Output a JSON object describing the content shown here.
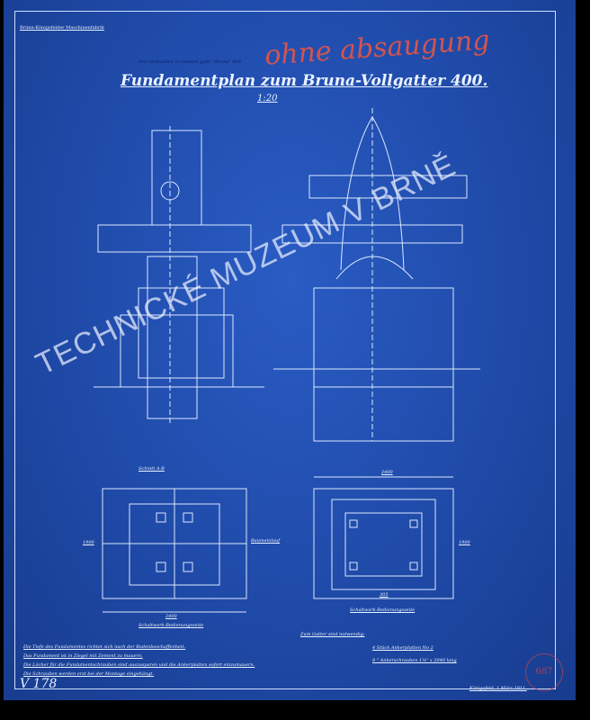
{
  "header": {
    "maker": "Brünn-Königsfelder Maschinenfabrik",
    "annotation_red": "ohne absaugung",
    "subtitle": "Nur verbunden zu nennen gebr. \"Bruna\" 400",
    "title": "Fundamentplan zum Bruna-Vollgatter 400.",
    "scale": "1:20"
  },
  "watermark": "TECHNICKÉ MUZEUM V BRNĚ",
  "notes": [
    "Die Tiefe des Fundamentes richtet sich nach der Bodenbeschaffenheit.",
    "Das Fundament ist in Ziegel mit Zement zu mauern.",
    "Die Löcher für die Fundamentschrauben sind auszusparen und die Ankerplatten sofort einzumauern.",
    "Die Schrauben werden erst bei der Montage eingehängt."
  ],
  "parts": {
    "heading": "Zum Gatter sind notwendig:",
    "items": [
      "4 Stück Ankerplatten No 2",
      "8 \" Ankerschrauben 1¼\" x 2040 lang"
    ]
  },
  "drawing_id": "V 178",
  "place_date": "Königsfeld, 1 März 1911.",
  "stamp": "687",
  "labels": {
    "section": "Schnitt A-B",
    "plan_left": "Schaltwerk-Bedienungsseite",
    "plan_right": "Schaltwerk-Bedienungsseite",
    "dim_2400": "2400",
    "dim_1900": "1900",
    "dim_2400b": "2400",
    "dim_1900b": "1900",
    "dim_305": "305",
    "baumauslauf": "Baumeinlauf"
  }
}
